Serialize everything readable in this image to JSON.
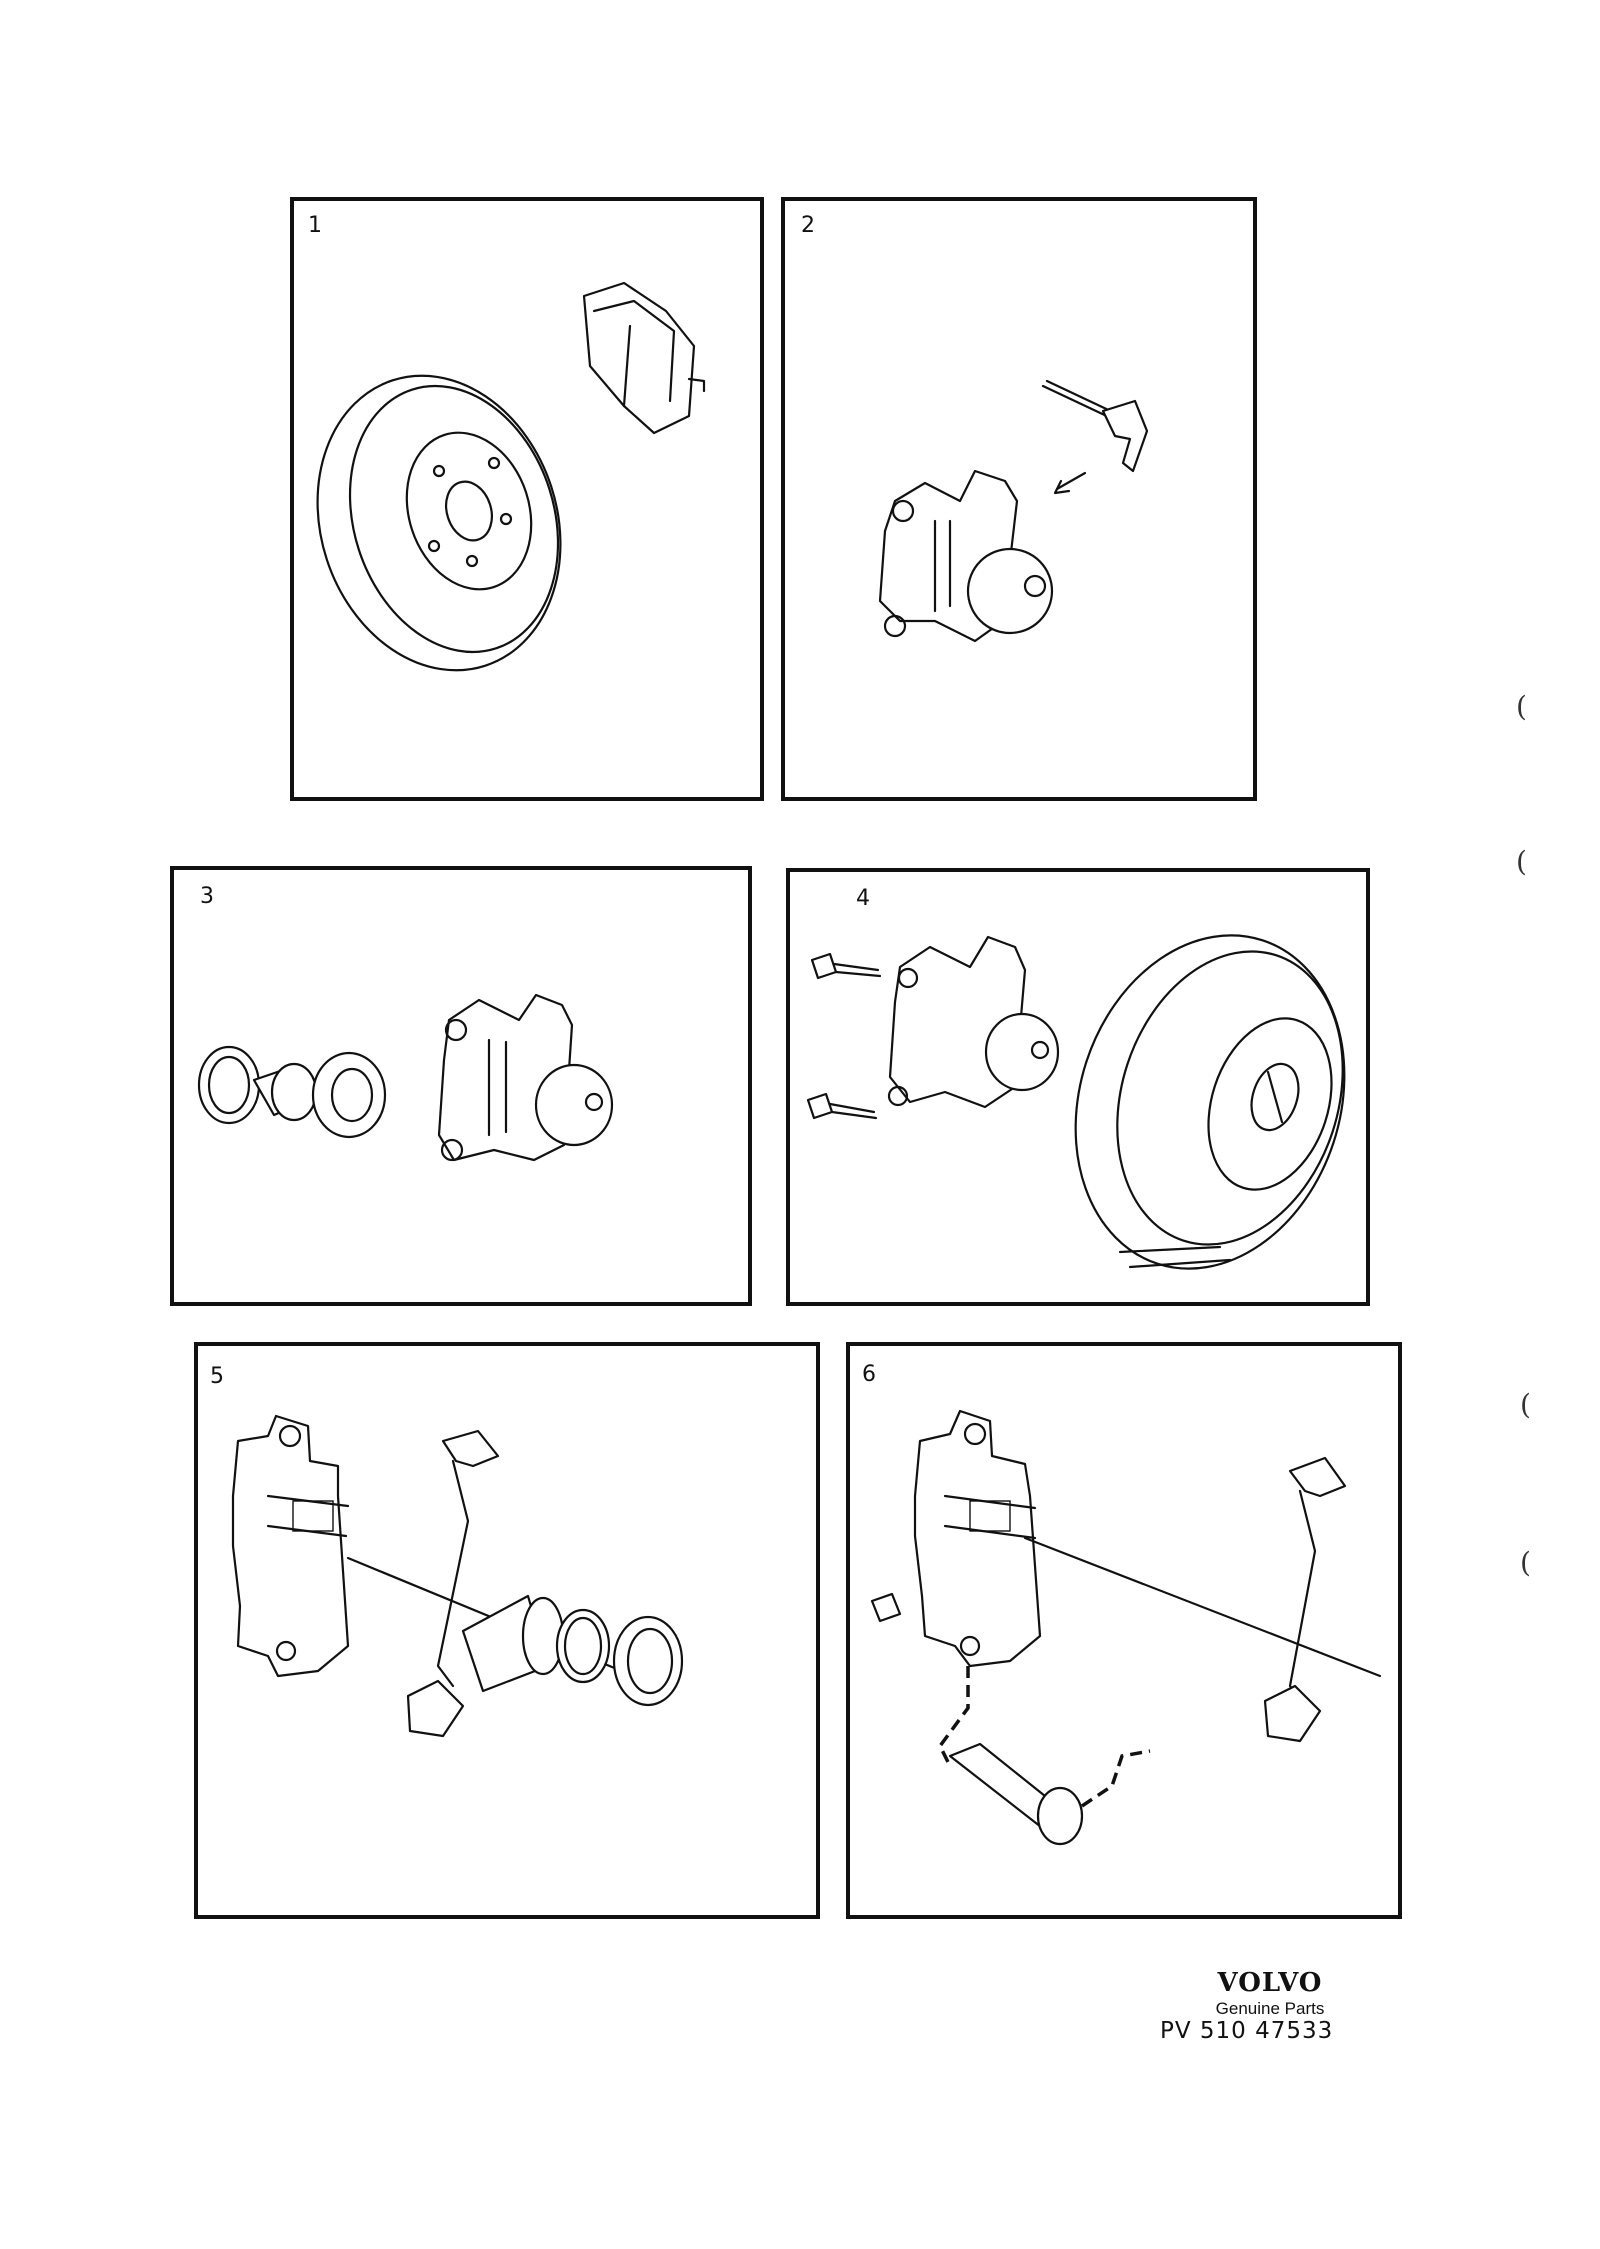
{
  "panels": [
    {
      "number": "1",
      "content": "brake-disc-and-pads"
    },
    {
      "number": "2",
      "content": "caliper-with-retaining-spring-and-pin"
    },
    {
      "number": "3",
      "content": "caliper-piston-and-seals"
    },
    {
      "number": "4",
      "content": "caliper-bolts-and-disc"
    },
    {
      "number": "5",
      "content": "caliper-exploded-piston-seals"
    },
    {
      "number": "6",
      "content": "caliper-guide-pin-and-bushing"
    }
  ],
  "brand": {
    "logo_text": "VOLVO",
    "subtitle": "Genuine Parts",
    "part_number": "PV 510 47533"
  },
  "margin_marks": [
    "(",
    "(",
    "(",
    "("
  ],
  "colors": {
    "line": "#111111",
    "paper": "#ffffff"
  }
}
